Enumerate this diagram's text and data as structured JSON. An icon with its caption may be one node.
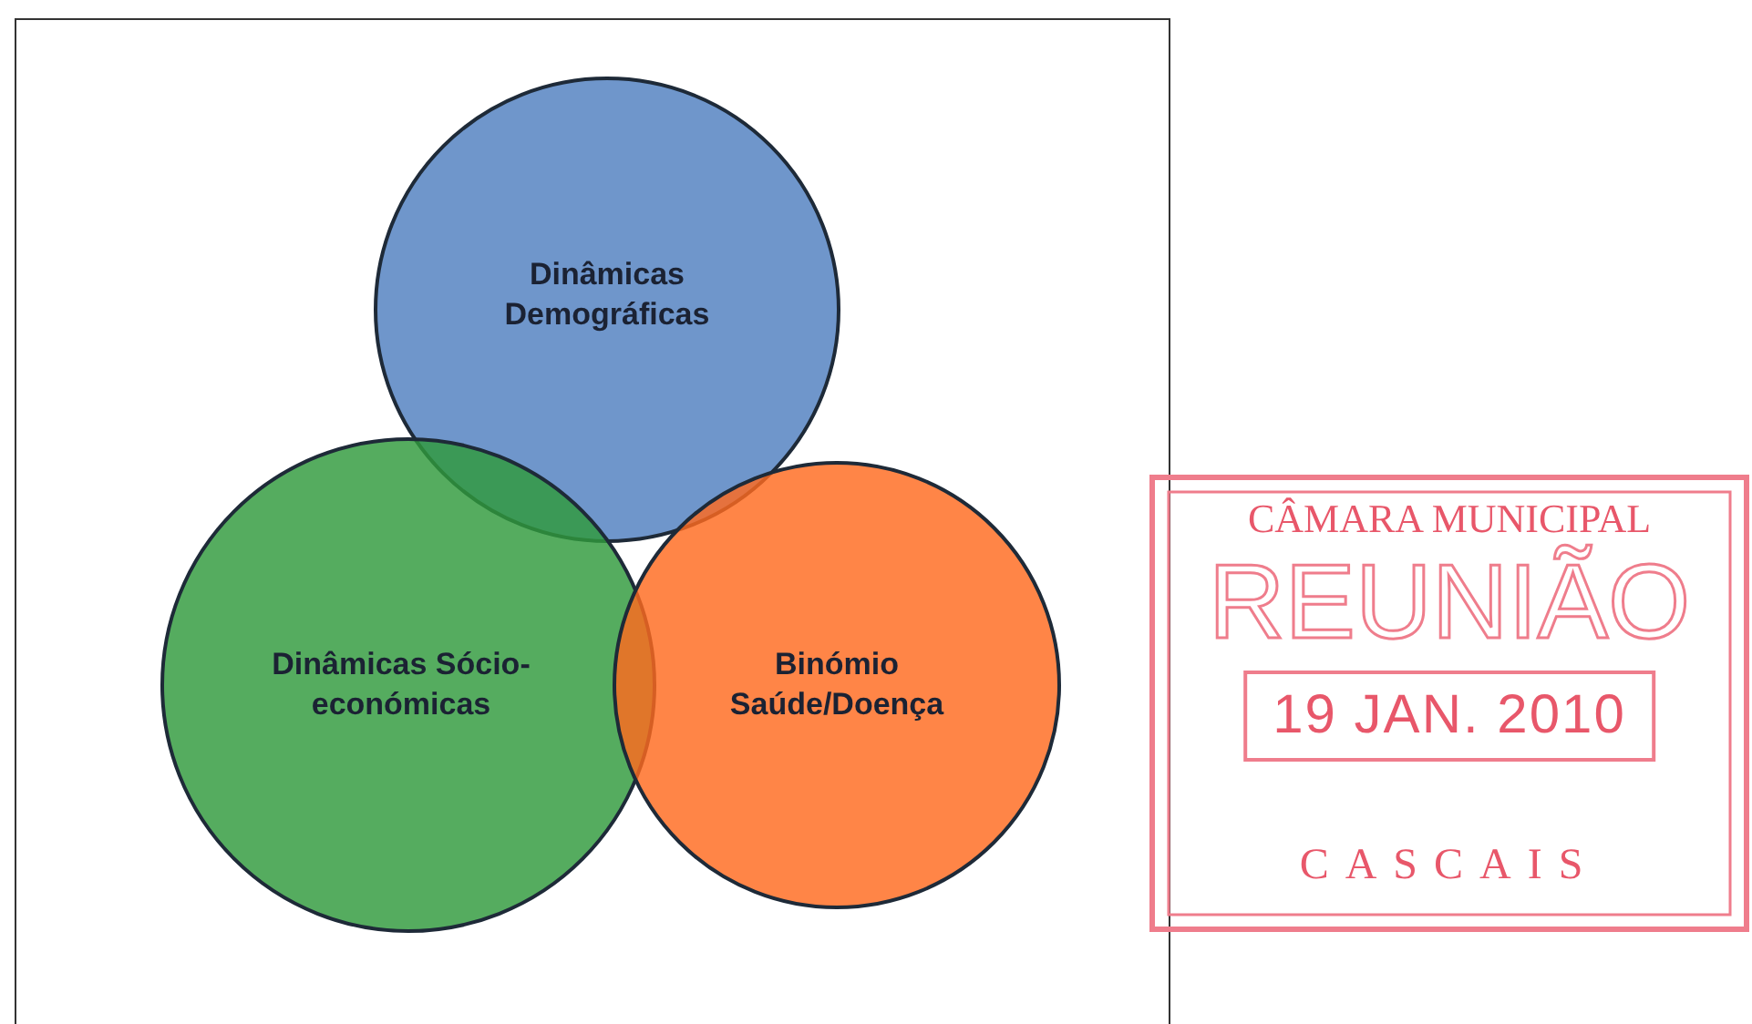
{
  "diagram": {
    "nodes": [
      {
        "text": [
          "Dinâmicas Demográficas"
        ]
      },
      {
        "text": [
          "Dinâmicas Sócio-económicas"
        ]
      },
      {
        "text": [
          "Binómio Saúde/Doença"
        ]
      }
    ],
    "labels": [
      "CÂMARA MUNICIPAL",
      "REUNIÃO",
      "19 JAN. 2010",
      "CASCAIS"
    ]
  }
}
